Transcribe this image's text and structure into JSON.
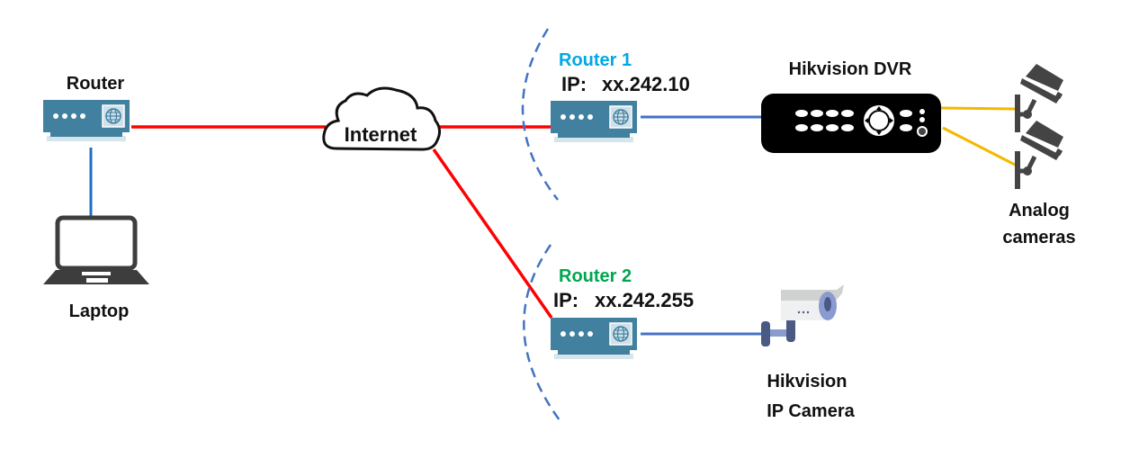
{
  "title": "Hikvision remote access network diagram",
  "colors": {
    "internet_link": "#ff0000",
    "lan_link": "#4472c4",
    "laptop_link": "#1f6fbf",
    "analog_link": "#f5b800",
    "router_body": "#41809f",
    "router1_label": "#00a8e8",
    "router2_label": "#00a550",
    "dvr_body": "#000000",
    "boundary_arc": "#4472c4"
  },
  "nodes": {
    "local_router": {
      "label": "Router"
    },
    "laptop": {
      "label": "Laptop"
    },
    "internet": {
      "label": "Internet"
    },
    "router1": {
      "label": "Router 1",
      "ip_prefix": "IP:",
      "ip": "xx.242.10"
    },
    "router2": {
      "label": "Router 2",
      "ip_prefix": "IP:",
      "ip": "xx.242.255"
    },
    "dvr": {
      "label": "Hikvision DVR"
    },
    "analog_cameras": {
      "label_line1": "Analog",
      "label_line2": "cameras"
    },
    "ip_camera": {
      "label_line1": "Hikvision",
      "label_line2": "IP Camera"
    }
  },
  "links": [
    {
      "from": "local_router",
      "to": "internet",
      "type": "internet"
    },
    {
      "from": "local_router",
      "to": "laptop",
      "type": "lan"
    },
    {
      "from": "internet",
      "to": "router1",
      "type": "internet"
    },
    {
      "from": "internet",
      "to": "router2",
      "type": "internet"
    },
    {
      "from": "router1",
      "to": "dvr",
      "type": "lan"
    },
    {
      "from": "router2",
      "to": "ip_camera",
      "type": "lan"
    },
    {
      "from": "dvr",
      "to": "analog_camera_1",
      "type": "analog"
    },
    {
      "from": "dvr",
      "to": "analog_camera_2",
      "type": "analog"
    }
  ]
}
